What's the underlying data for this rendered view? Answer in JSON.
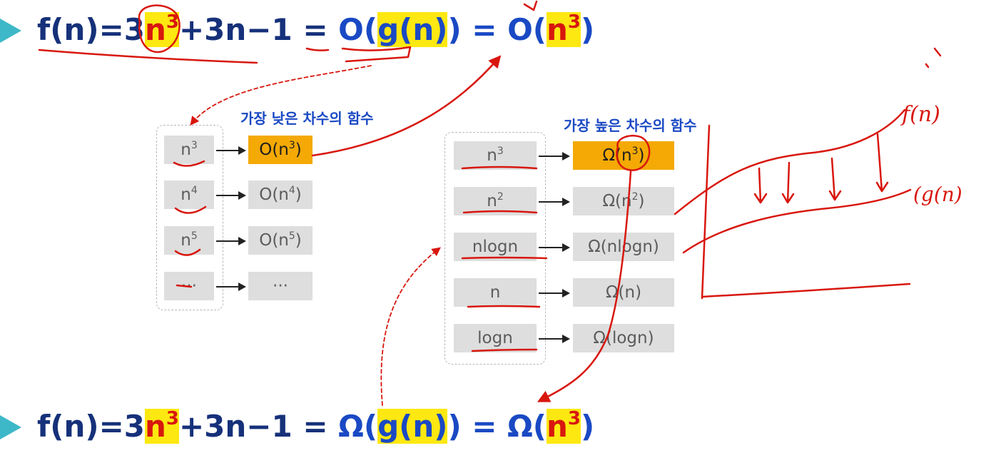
{
  "top_equation": {
    "lhs": "f(n)=3",
    "lhs_var": "n",
    "lhs_exp": "3",
    "rest": "+3n−1 = ",
    "big": "O",
    "open": "(",
    "gn": "g(n)",
    "mid": ") = ",
    "big2": "O",
    "open2": "(",
    "n": "n",
    "exp": "3",
    "close": ")"
  },
  "bottom_equation": {
    "lhs": "f(n)=3",
    "lhs_var": "n",
    "lhs_exp": "3",
    "rest": "+3n−1 = ",
    "big": "Ω",
    "open": "(",
    "gn": "g(n)",
    "mid": ") = ",
    "big2": "Ω",
    "open2": "(",
    "n": "n",
    "exp": "3",
    "close": ")"
  },
  "big_o": {
    "title": "가장 낮은 차수의 함수",
    "rows": [
      {
        "left": "n",
        "left_exp": "3",
        "right_pre": "O(n",
        "right_exp": "3",
        "right_post": ")",
        "highlighted": true
      },
      {
        "left": "n",
        "left_exp": "4",
        "right_pre": "O(n",
        "right_exp": "4",
        "right_post": ")",
        "highlighted": false
      },
      {
        "left": "n",
        "left_exp": "5",
        "right_pre": "O(n",
        "right_exp": "5",
        "right_post": ")",
        "highlighted": false
      },
      {
        "left": "···",
        "left_exp": "",
        "right_pre": "···",
        "right_exp": "",
        "right_post": "",
        "highlighted": false
      }
    ]
  },
  "big_omega": {
    "title": "가장 높은 차수의 함수",
    "rows": [
      {
        "left": "n",
        "left_exp": "3",
        "right_pre": "Ω(n",
        "right_exp": "3",
        "right_post": ")",
        "highlighted": true
      },
      {
        "left": "n",
        "left_exp": "2",
        "right_pre": "Ω(n",
        "right_exp": "2",
        "right_post": ")",
        "highlighted": false
      },
      {
        "left": "nlogn",
        "left_exp": "",
        "right_pre": "Ω(nlogn)",
        "right_exp": "",
        "right_post": "",
        "highlighted": false
      },
      {
        "left": "n",
        "left_exp": "",
        "right_pre": "Ω(n)",
        "right_exp": "",
        "right_post": "",
        "highlighted": false
      },
      {
        "left": "logn",
        "left_exp": "",
        "right_pre": "Ω(logn)",
        "right_exp": "",
        "right_post": "",
        "highlighted": false
      }
    ]
  },
  "handwriting": {
    "upper_curve_label": "f(n)",
    "lower_curve_label": "(g(n)"
  },
  "colors": {
    "accent_triangle": "#3db8c8",
    "highlight_yellow": "#fde811",
    "highlight_orange": "#f4a904",
    "ink_red": "#d8170e",
    "equation_blue": "#1a49c4"
  }
}
